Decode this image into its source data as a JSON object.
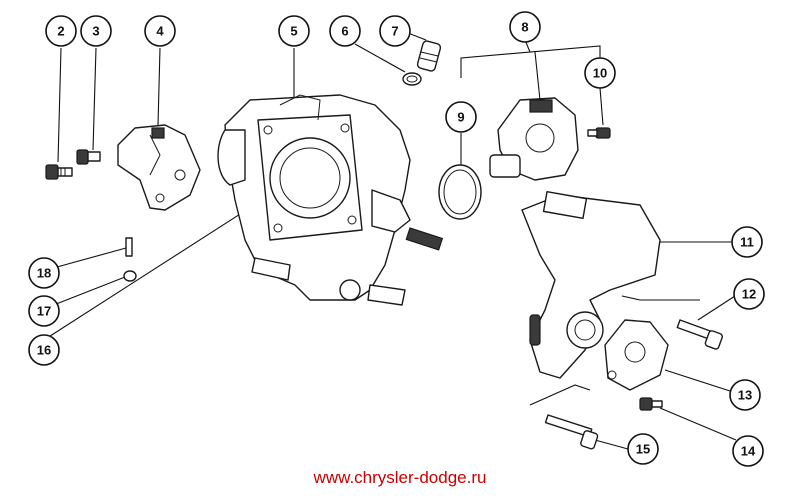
{
  "diagram": {
    "callouts": [
      {
        "id": "2",
        "label": "2"
      },
      {
        "id": "3",
        "label": "3"
      },
      {
        "id": "4",
        "label": "4"
      },
      {
        "id": "5",
        "label": "5"
      },
      {
        "id": "6",
        "label": "6"
      },
      {
        "id": "7",
        "label": "7"
      },
      {
        "id": "8",
        "label": "8"
      },
      {
        "id": "9",
        "label": "9"
      },
      {
        "id": "10",
        "label": "10"
      },
      {
        "id": "11",
        "label": "11"
      },
      {
        "id": "12",
        "label": "12"
      },
      {
        "id": "13",
        "label": "13"
      },
      {
        "id": "14",
        "label": "14"
      },
      {
        "id": "15",
        "label": "15"
      },
      {
        "id": "16",
        "label": "16"
      },
      {
        "id": "17",
        "label": "17"
      },
      {
        "id": "18",
        "label": "18"
      }
    ],
    "watermark": "www.chrysler-dodge.ru",
    "colors": {
      "ink": "#111111",
      "watermark": "#cc0000",
      "background": "#ffffff"
    }
  }
}
